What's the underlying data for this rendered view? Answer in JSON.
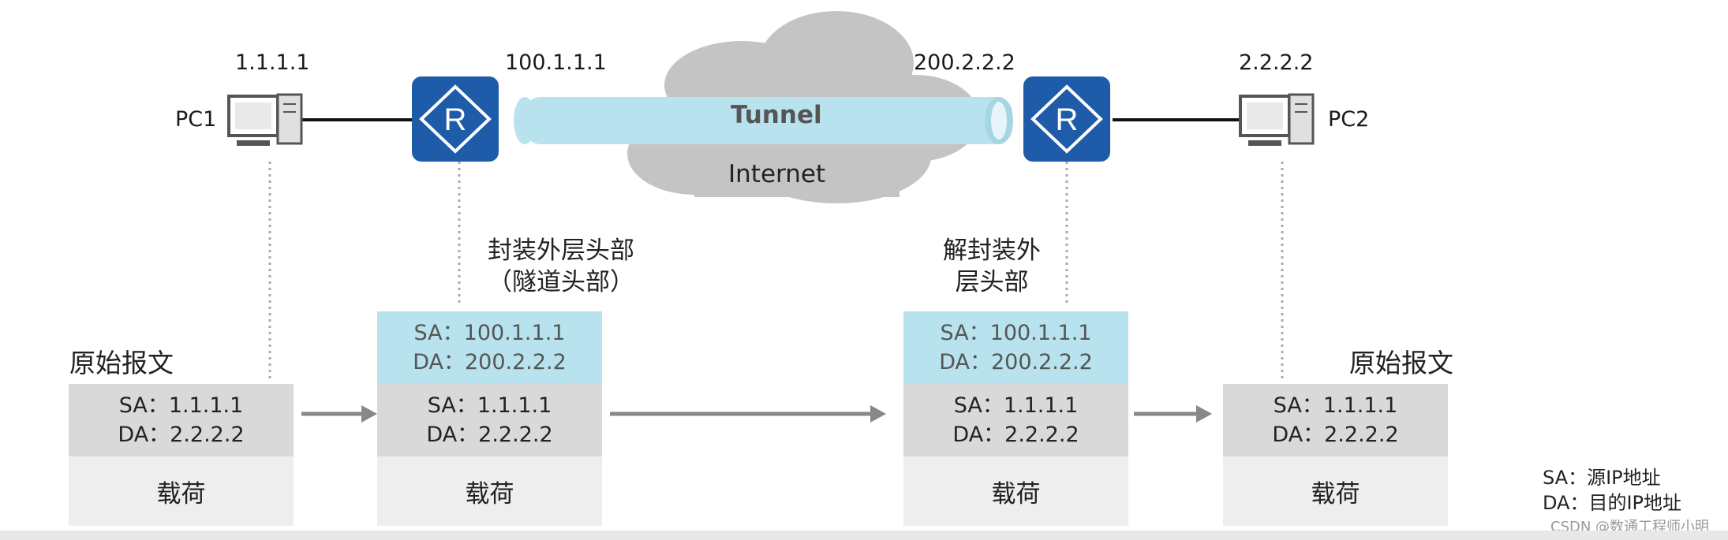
{
  "nodes": {
    "pc1": {
      "label": "PC1",
      "ip": "1.1.1.1"
    },
    "router1": {
      "ip": "100.1.1.1",
      "icon": "router-icon"
    },
    "router2": {
      "ip": "200.2.2.2",
      "icon": "router-icon"
    },
    "pc2": {
      "label": "PC2",
      "ip": "2.2.2.2"
    }
  },
  "tunnel": {
    "label": "Tunnel",
    "color": "#b8e2ed"
  },
  "cloud": {
    "label": "Internet",
    "color": "#bfbfbf"
  },
  "notes": {
    "encap_line1": "封装外层头部",
    "encap_line2": "（隧道头部）",
    "decap_line1": "解封装外",
    "decap_line2": "层头部",
    "original_left": "原始报文",
    "original_right": "原始报文"
  },
  "packets": [
    {
      "inner_sa": "SA：1.1.1.1",
      "inner_da": "DA：2.2.2.2",
      "payload": "载荷"
    },
    {
      "outer_sa": "SA：100.1.1.1",
      "outer_da": "DA：200.2.2.2",
      "inner_sa": "SA：1.1.1.1",
      "inner_da": "DA：2.2.2.2",
      "payload": "载荷"
    },
    {
      "outer_sa": "SA：100.1.1.1",
      "outer_da": "DA：200.2.2.2",
      "inner_sa": "SA：1.1.1.1",
      "inner_da": "DA：2.2.2.2",
      "payload": "载荷"
    },
    {
      "inner_sa": "SA：1.1.1.1",
      "inner_da": "DA：2.2.2.2",
      "payload": "载荷"
    }
  ],
  "legend": {
    "sa": "SA：源IP地址",
    "da": "DA：目的IP地址"
  },
  "watermark": "CSDN @数通工程师小明",
  "colors": {
    "router": "#1e5ba8",
    "outer_header": "#b8e2ed",
    "inner_header": "#d9d9d9",
    "payload": "#eeeeee",
    "arrow": "#888888"
  }
}
